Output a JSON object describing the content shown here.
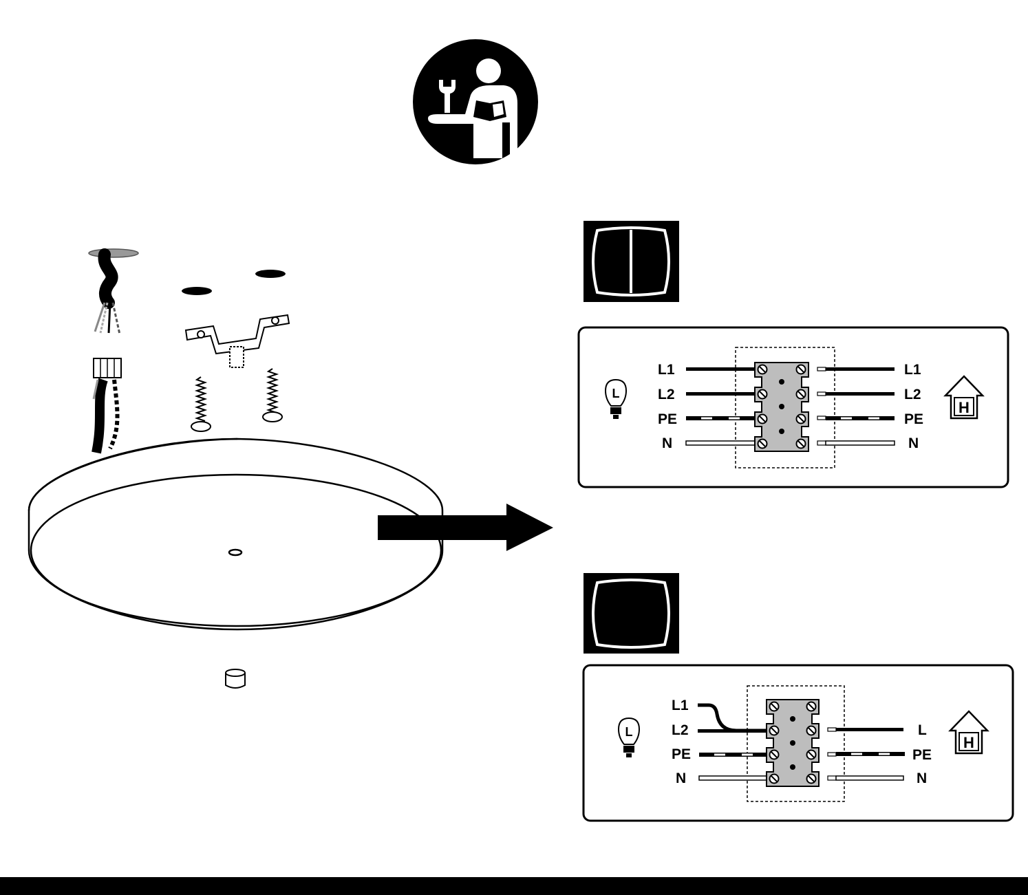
{
  "icons": {
    "manual": "read-instructions-icon",
    "lamp": "lamp-bulb-icon",
    "house": "house-mains-icon",
    "double_switch": "double-rocker-switch-icon",
    "single_switch": "single-rocker-switch-icon",
    "arrow": "arrow-right-icon"
  },
  "colors": {
    "ink": "#000000",
    "terminal": "#bdbdbd",
    "page": "#ffffff"
  },
  "lamp_letter": "L",
  "house_letter": "H",
  "diagram_double": {
    "left_labels": [
      "L1",
      "L2",
      "PE",
      "N"
    ],
    "right_labels": [
      "L1",
      "L2",
      "PE",
      "N"
    ]
  },
  "diagram_single": {
    "left_labels": [
      "L1",
      "L2",
      "PE",
      "N"
    ],
    "right_labels": [
      "L",
      "PE",
      "N"
    ]
  }
}
